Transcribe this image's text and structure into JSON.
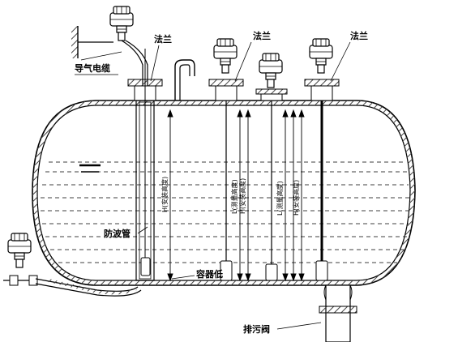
{
  "labels": {
    "flange_left": "法兰",
    "flange_mid": "法兰",
    "flange_right": "法兰",
    "guide_cable": "导气电缆",
    "wave_tube": "防波管",
    "vessel_bottom": "容器低",
    "drain_valve": "排污阀",
    "h_install_1": "H(安装高度)",
    "l_measure_1": "L(测量高度)",
    "h_install_2": "H(安装高度)",
    "l_measure_2": "L(测量高度)",
    "h_install_3": "H(安装高度)"
  },
  "colors": {
    "line": "#000000",
    "hatch": "#444444",
    "background": "#ffffff"
  },
  "icons": [
    "transmitter-icon",
    "valve-icon",
    "ground-hatch-icon"
  ]
}
